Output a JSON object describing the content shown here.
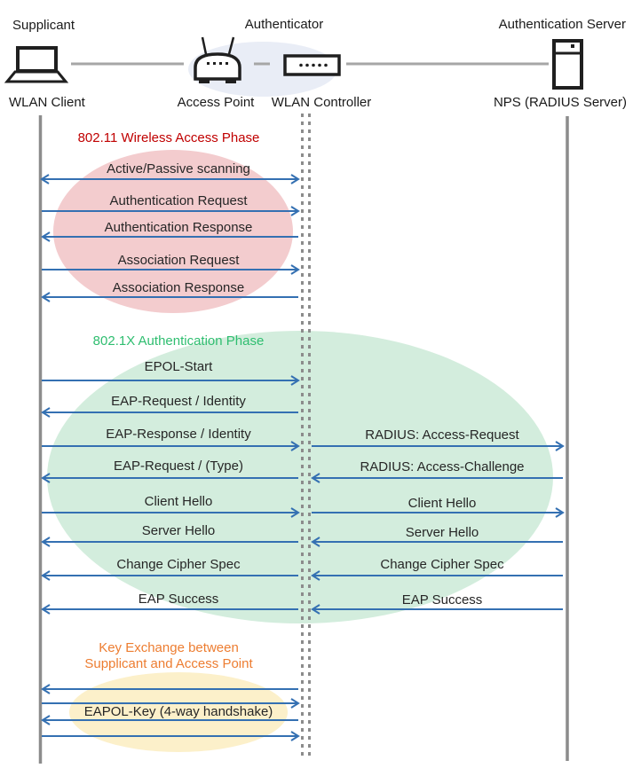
{
  "header": {
    "roles": [
      {
        "label": "Supplicant"
      },
      {
        "label": "Authenticator"
      },
      {
        "label": "Authentication Server"
      }
    ],
    "devices": [
      {
        "label": "WLAN Client",
        "icon": "laptop-icon"
      },
      {
        "label": "Access Point",
        "icon": "access-point-icon"
      },
      {
        "label": "WLAN Controller",
        "icon": "wlan-controller-icon"
      },
      {
        "label": "NPS (RADIUS Server)",
        "icon": "server-icon"
      }
    ]
  },
  "phases": [
    {
      "title": "802.11 Wireless Access Phase",
      "title_color": "#C00000",
      "ellipse_color": "#F3CCCE"
    },
    {
      "title": "802.1X Authentication Phase",
      "title_color": "#2FBE70",
      "ellipse_color": "#D3EDDD"
    },
    {
      "title": "Key Exchange between\nSupplicant and Access Point",
      "title_color": "#ED7D31",
      "ellipse_color": "#FCF0CA"
    }
  ],
  "messages": [
    {
      "label": "Active/Passive scanning",
      "lane": "client-controller",
      "arrow": "both"
    },
    {
      "label": "Authentication Request",
      "lane": "client-controller",
      "arrow": "right"
    },
    {
      "label": "Authentication Response",
      "lane": "client-controller",
      "arrow": "left"
    },
    {
      "label": "Association Request",
      "lane": "client-controller",
      "arrow": "right"
    },
    {
      "label": "Association Response",
      "lane": "client-controller",
      "arrow": "left"
    },
    {
      "label": "EPOL-Start",
      "lane": "client-controller",
      "arrow": "right"
    },
    {
      "label": "EAP-Request / Identity",
      "lane": "client-controller",
      "arrow": "left"
    },
    {
      "label": "EAP-Response / Identity",
      "lane": "client-controller",
      "arrow": "right"
    },
    {
      "label": "RADIUS: Access-Request",
      "lane": "controller-server",
      "arrow": "right"
    },
    {
      "label": "EAP-Request / (Type)",
      "lane": "client-controller",
      "arrow": "left"
    },
    {
      "label": "RADIUS: Access-Challenge",
      "lane": "controller-server",
      "arrow": "left"
    },
    {
      "label": "Client Hello",
      "lane": "client-controller",
      "arrow": "right"
    },
    {
      "label": "Client Hello",
      "lane": "controller-server",
      "arrow": "right"
    },
    {
      "label": "Server Hello",
      "lane": "client-controller",
      "arrow": "left"
    },
    {
      "label": "Server Hello",
      "lane": "controller-server",
      "arrow": "left"
    },
    {
      "label": "Change Cipher Spec",
      "lane": "client-controller",
      "arrow": "left"
    },
    {
      "label": "Change Cipher Spec",
      "lane": "controller-server",
      "arrow": "left"
    },
    {
      "label": "EAP Success",
      "lane": "client-controller",
      "arrow": "left"
    },
    {
      "label": "EAP Success",
      "lane": "controller-server",
      "arrow": "left"
    },
    {
      "label": "",
      "lane": "client-controller",
      "arrow": "left"
    },
    {
      "label": "",
      "lane": "client-controller",
      "arrow": "right"
    },
    {
      "label": "EAPOL-Key (4-way handshake)",
      "lane": "client-controller",
      "arrow": "none"
    },
    {
      "label": "",
      "lane": "client-controller",
      "arrow": "left"
    },
    {
      "label": "",
      "lane": "client-controller",
      "arrow": "right"
    }
  ],
  "colors": {
    "arrow_blue": "#3470B2",
    "lifeline_gray": "#8C8C8C",
    "connector_gray": "#A6A6A6",
    "message_text": "#262626",
    "hub_ellipse": "#E9EDF6",
    "icon_stroke": "#1F1F1F"
  }
}
